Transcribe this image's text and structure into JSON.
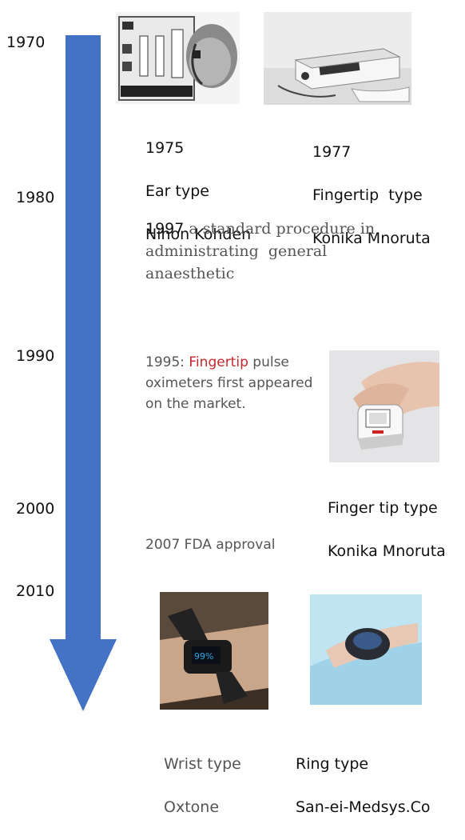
{
  "years": [
    "1970",
    "1980",
    "1990",
    "2000",
    "2010"
  ],
  "devices": {
    "ear": {
      "year": "1975",
      "type": "Ear type",
      "maker": "Nihon Kohden"
    },
    "fingertip": {
      "year": "1977",
      "type": "Fingertip  type",
      "maker": "Konika Mnoruta"
    },
    "finger_tip": {
      "type": "Finger tip type",
      "maker": "Konika Mnoruta"
    },
    "wrist": {
      "type": "Wrist type",
      "maker": "Oxtone"
    },
    "ring": {
      "type": "Ring type",
      "maker": "San-ei-Medsys.Co"
    }
  },
  "events": {
    "e1997": {
      "year": "1997",
      "text": "a standard procedure in administrating  general anaesthetic"
    },
    "e1995": {
      "prefix": "1995: ",
      "highlight": "Fingertip",
      "rest": " pulse oximeters first appeared on the market."
    },
    "e2007": "2007 FDA approval"
  },
  "watch_display": "99%",
  "colors": {
    "arrow": "#4472c4",
    "highlight": "#c4282e",
    "muted": "#555555"
  }
}
